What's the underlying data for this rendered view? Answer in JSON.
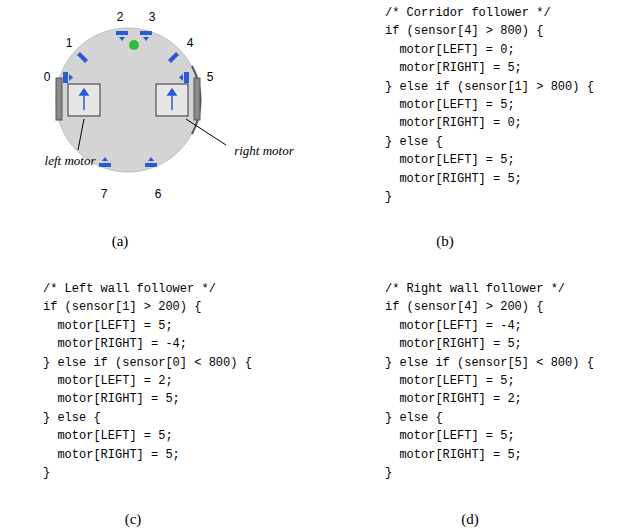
{
  "diagram": {
    "labels": [
      "2",
      "3",
      "1",
      "4",
      "0",
      "5",
      "left motor",
      "right motor",
      "7",
      "6",
      "(a)",
      "/* Corridor follower */",
      "if (sensor[4] > 800) {",
      "motor[LEFT] = 0;",
      "motor[RIGHT] = 5;",
      "} else if (sensor[1] > 800) {",
      "motor[LEFT] = 5;",
      "motor[RIGHT] = 0;",
      "} else {",
      "motor[LEFT] = 5;",
      "motor[RIGHT] = 5;",
      "}",
      "(b)",
      "/* Left wall follower */",
      "if (sensor[1] > 200) {",
      "motor[LEFT] = 5;",
      "motor[RIGHT] = -4;",
      "} else if (sensor[0] < 800) {",
      "motor[LEFT] = 2;",
      "motor[RIGHT] = 5;",
      "} else {",
      "motor[LEFT] = 5;",
      "motor[RIGHT] = 5;",
      "}",
      "(c)",
      "/* Right wall follower */",
      "if (sensor[4] > 200) {",
      "motor[LEFT] = -4;",
      "motor[RIGHT] = 5;",
      "} else if (sensor[5] < 800) {",
      "motor[LEFT] = 5;",
      "motor[RIGHT] = 2;",
      "} else {",
      "motor[LEFT] = 5;",
      "motor[RIGHT] = 5;",
      "}",
      "(d)"
    ]
  }
}
